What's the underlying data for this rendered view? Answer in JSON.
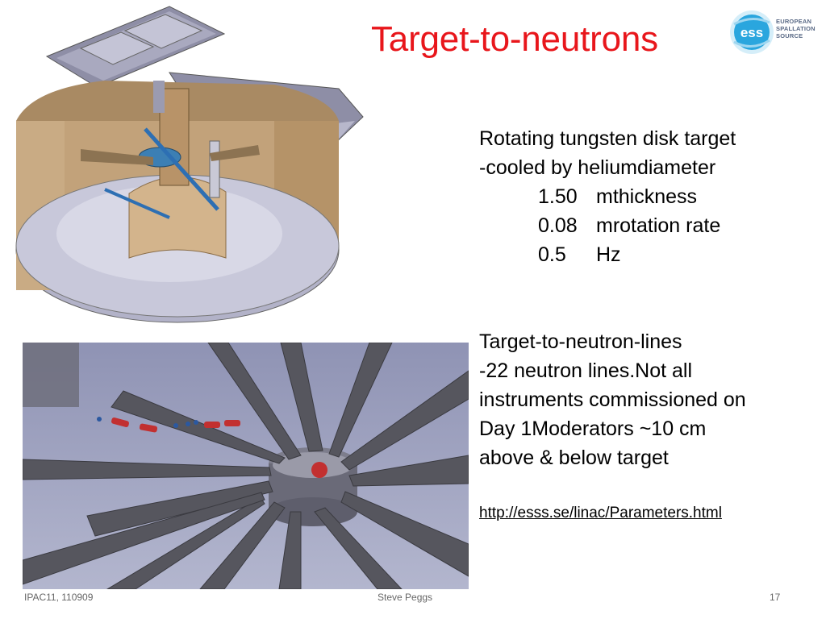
{
  "slide": {
    "title": "Target-to-neutrons",
    "logo": {
      "mark": "ess",
      "line1": "EUROPEAN",
      "line2": "SPALLATION",
      "line3": "SOURCE",
      "accent_color": "#2aa6de"
    },
    "section1": {
      "heading": "Rotating tungsten disk target",
      "bullet": "cooled by heliumdiameter",
      "rows": [
        {
          "value": "1.50",
          "label": "mthickness"
        },
        {
          "value": "0.08",
          "label": "mrotation rate"
        },
        {
          "value": "0.5",
          "label": "Hz"
        }
      ]
    },
    "section2": {
      "heading": "Target-to-neutron-lines",
      "lines": [
        "22 neutron lines.Not all",
        "instruments commissioned on",
        "Day 1Moderators ~10 cm",
        "above & below target"
      ]
    },
    "link": "http://esss.se/linac/Parameters.html",
    "footer": {
      "left": "IPAC11, 110909",
      "center": "Steve Peggs",
      "page": "17"
    }
  }
}
